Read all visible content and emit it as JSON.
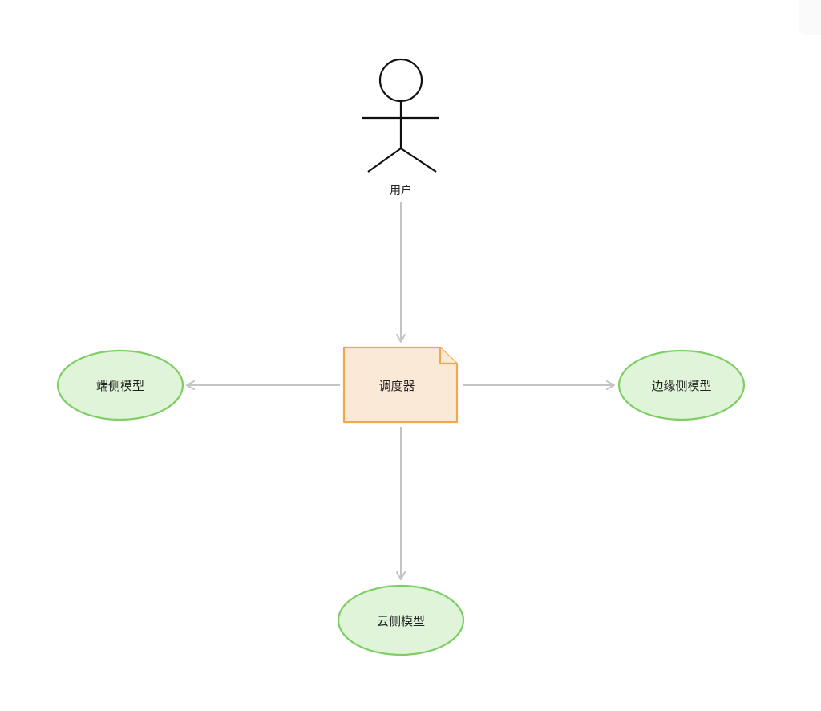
{
  "diagram": {
    "user": {
      "label": "用户"
    },
    "scheduler": {
      "label": "调度器"
    },
    "targets": {
      "device": {
        "label": "端侧模型"
      },
      "edge": {
        "label": "边缘侧模型"
      },
      "cloud": {
        "label": "云侧模型"
      }
    },
    "colors": {
      "connector": "#c4c4c4",
      "scheduler_fill": "#fbe9d8",
      "scheduler_stroke": "#f2a84d",
      "model_fill": "#dff4d8",
      "model_stroke": "#7fcd65",
      "actor_stroke": "#111111"
    }
  }
}
